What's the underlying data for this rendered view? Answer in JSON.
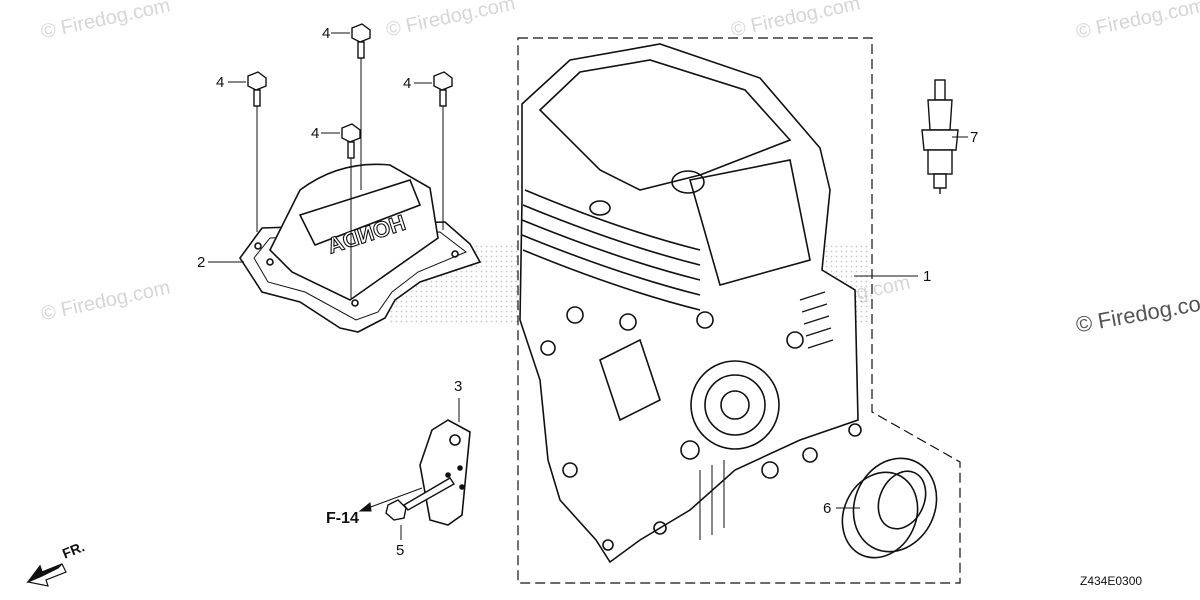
{
  "watermark": "© Firedog.com",
  "watermark_faded": "© Firedog.com",
  "fr_label": "FR.",
  "ref_label": "F-14",
  "diagram_code": "Z434E0300",
  "cover_brand": "HONDA",
  "callouts": {
    "n1": "1",
    "n2": "2",
    "n3": "3",
    "n4a": "4",
    "n4b": "4",
    "n4c": "4",
    "n4d": "4",
    "n5": "5",
    "n6": "6",
    "n7": "7"
  },
  "colors": {
    "line": "#111111",
    "watermark": "#d6d6d6",
    "dots": "#9a9a9a"
  }
}
